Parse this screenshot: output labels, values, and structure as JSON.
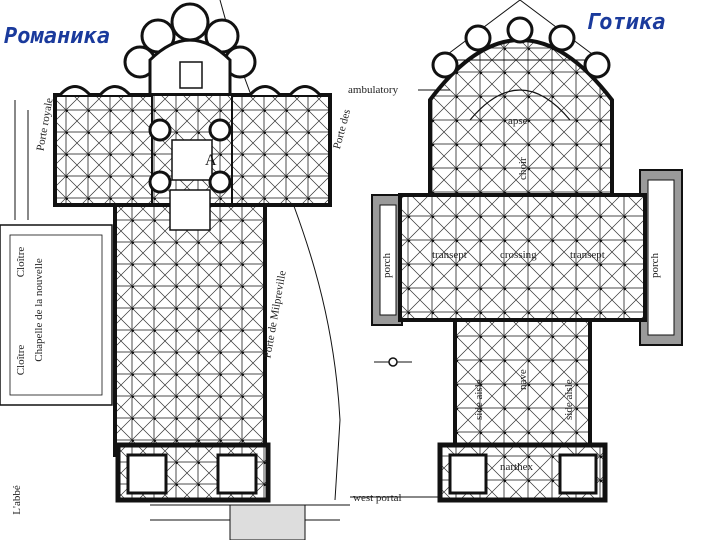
{
  "titles": {
    "romanesque": "Романика",
    "gothic": "Готика"
  },
  "romanesque_labels": {
    "apse_letter": "A",
    "side_left_1": "Cloître",
    "side_left_2": "Cloître",
    "side_left_3": "Chapelle de la nouvelle",
    "side_right": "Porte de Milpreville",
    "bottom_left": "L'abbé",
    "top_right_small": "Porte des",
    "top_left_small": "Porte royale"
  },
  "gothic_labels": {
    "ambulatory": "ambulatory",
    "apse": "apse",
    "choir": "choir",
    "porch_left": "porch",
    "porch_right": "porch",
    "transept_left": "transept",
    "crossing": "crossing",
    "transept_right": "transept",
    "side_aisle_left": "side aisle",
    "nave": "nave",
    "side_aisle_right": "side aisle",
    "narthex": "narthex",
    "west_portal": "west portal"
  },
  "colors": {
    "title": "#1a3a9c",
    "ink": "#111111",
    "porch_fill": "#9a9a9a"
  }
}
